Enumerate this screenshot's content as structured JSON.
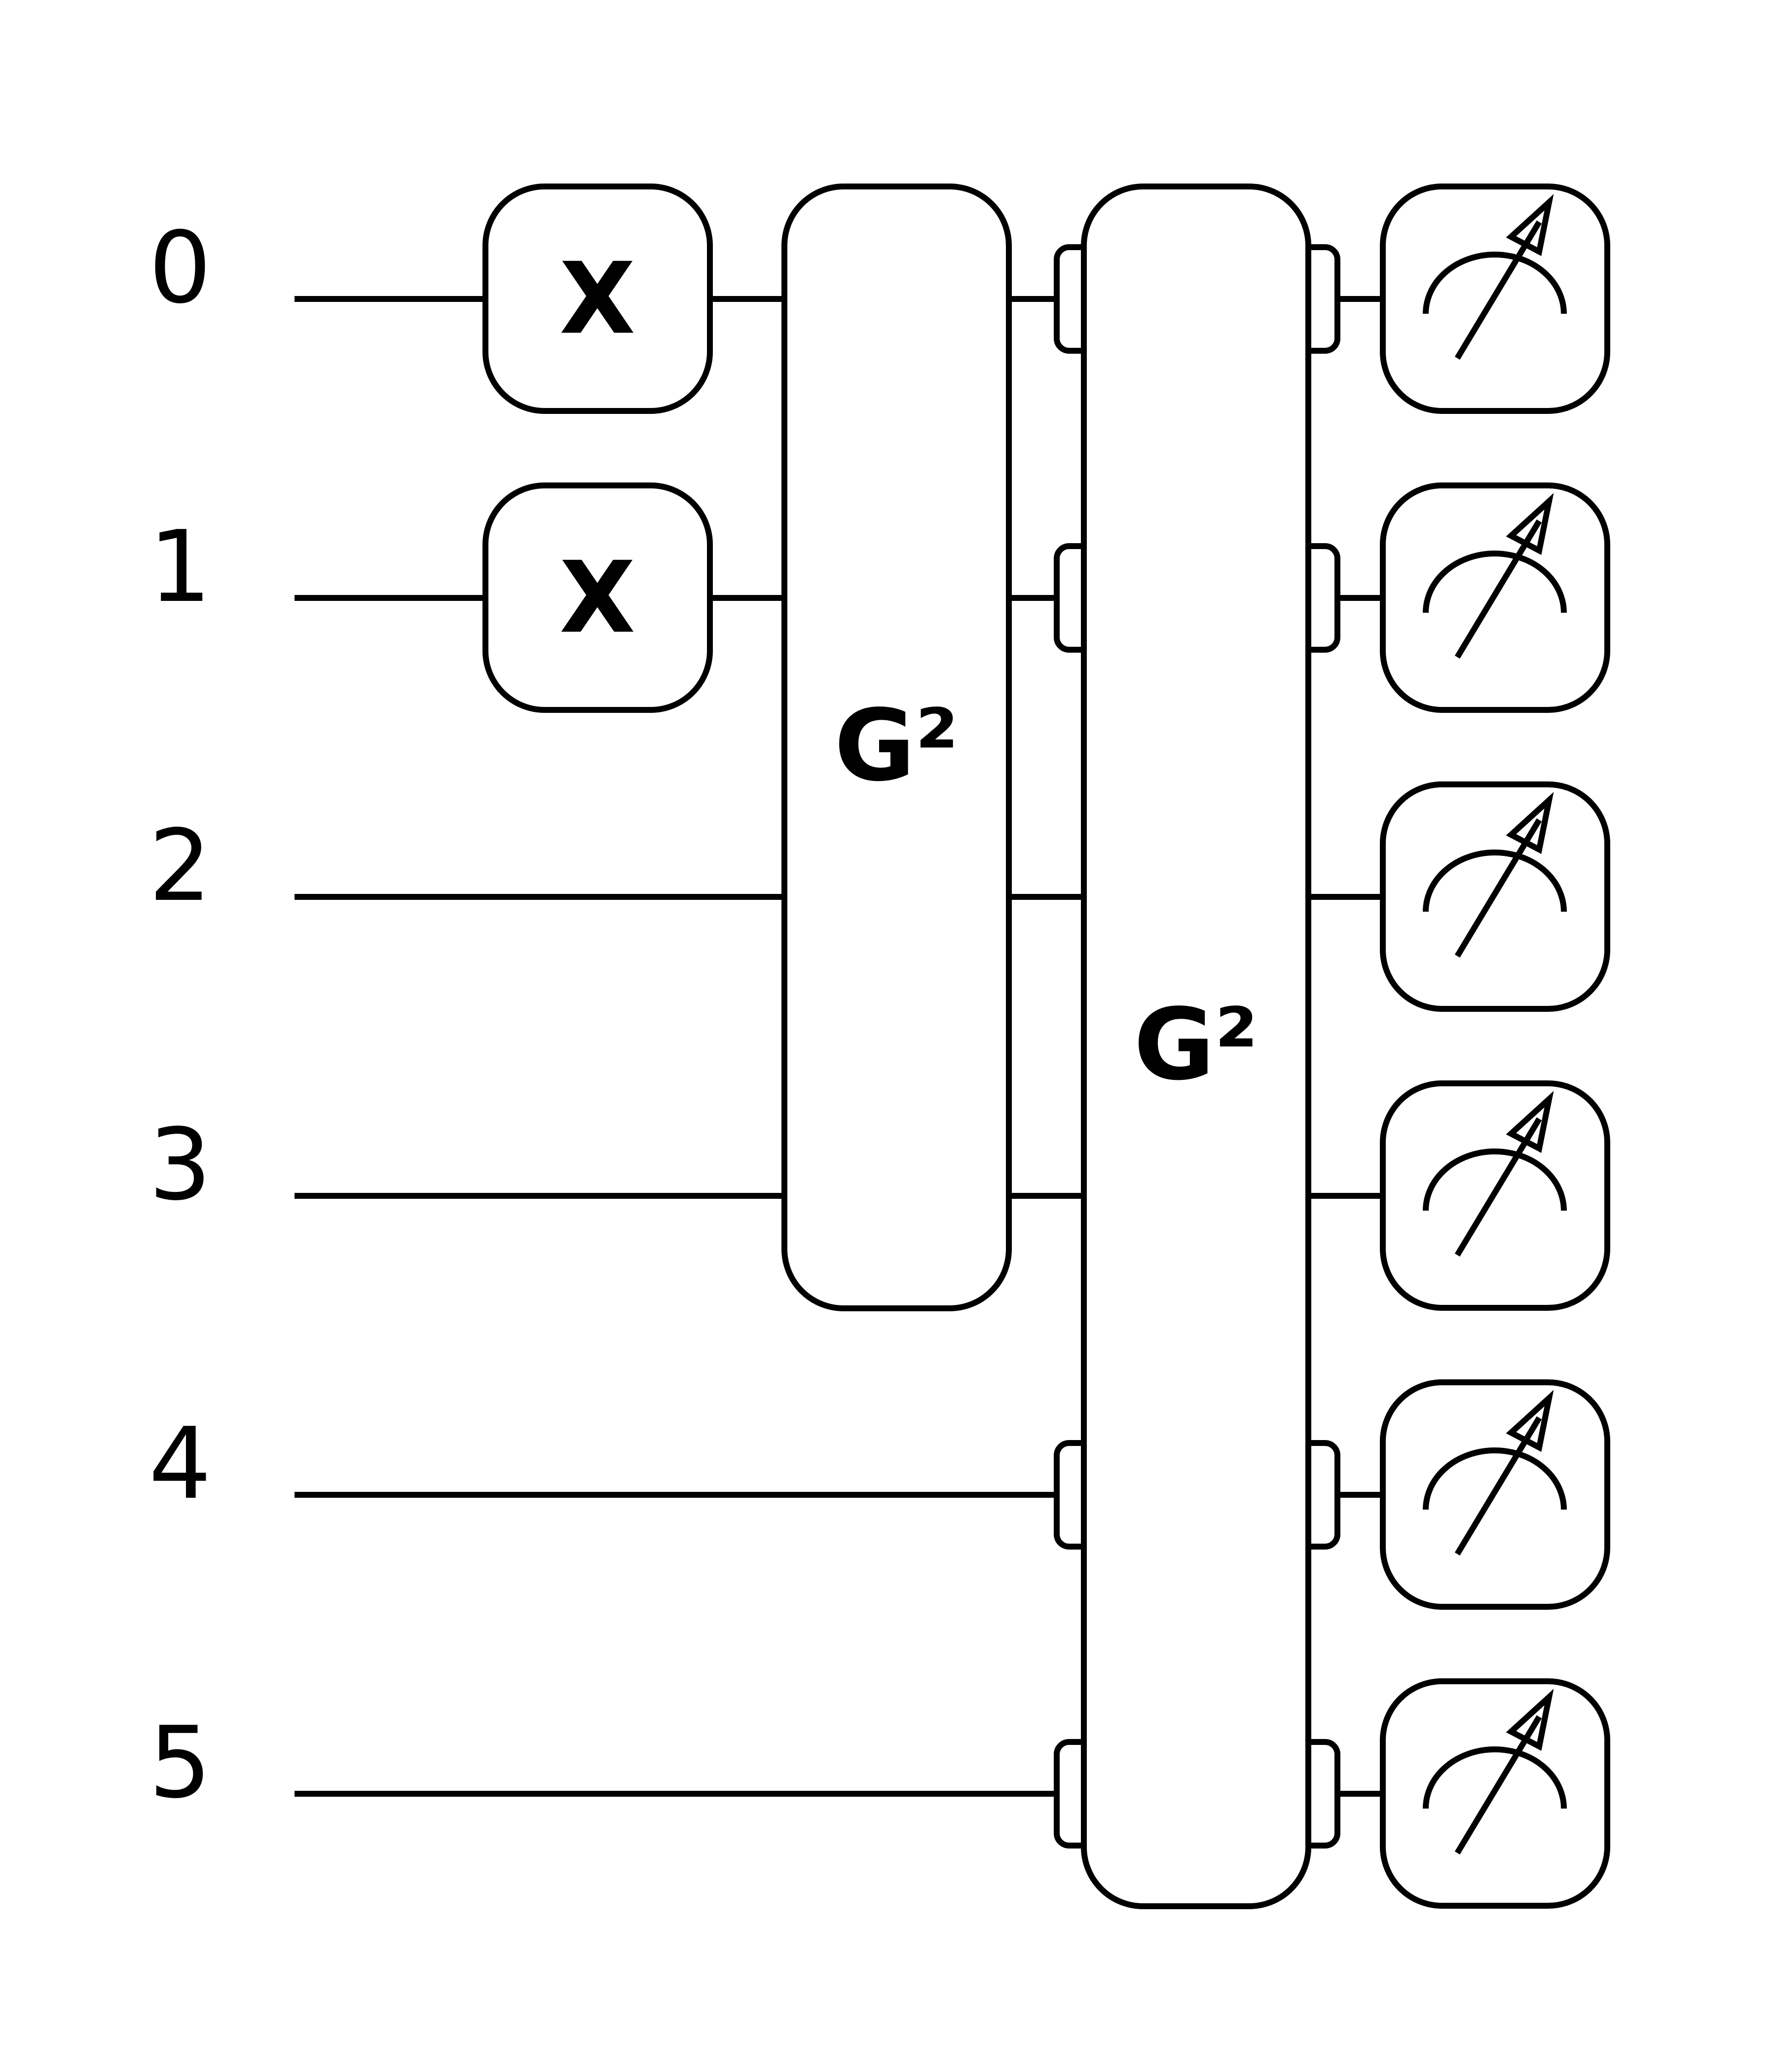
{
  "wire_labels": [
    "0",
    "1",
    "2",
    "3",
    "4",
    "5"
  ],
  "gates": {
    "x_0": {
      "label": "X",
      "wire": 0
    },
    "x_1": {
      "label": "X",
      "wire": 1
    },
    "g2_a": {
      "label": "G²",
      "wires": [
        0,
        1,
        2,
        3
      ]
    },
    "g2_b": {
      "label": "G²",
      "wires": [
        0,
        1,
        2,
        3,
        4,
        5
      ],
      "tab_wires": [
        0,
        1,
        4,
        5
      ]
    }
  },
  "measurements": {
    "wires": [
      0,
      1,
      2,
      3,
      4,
      5
    ],
    "icon": "measurement-meter-icon"
  },
  "colors": {
    "stroke": "#000000",
    "background": "#ffffff"
  }
}
